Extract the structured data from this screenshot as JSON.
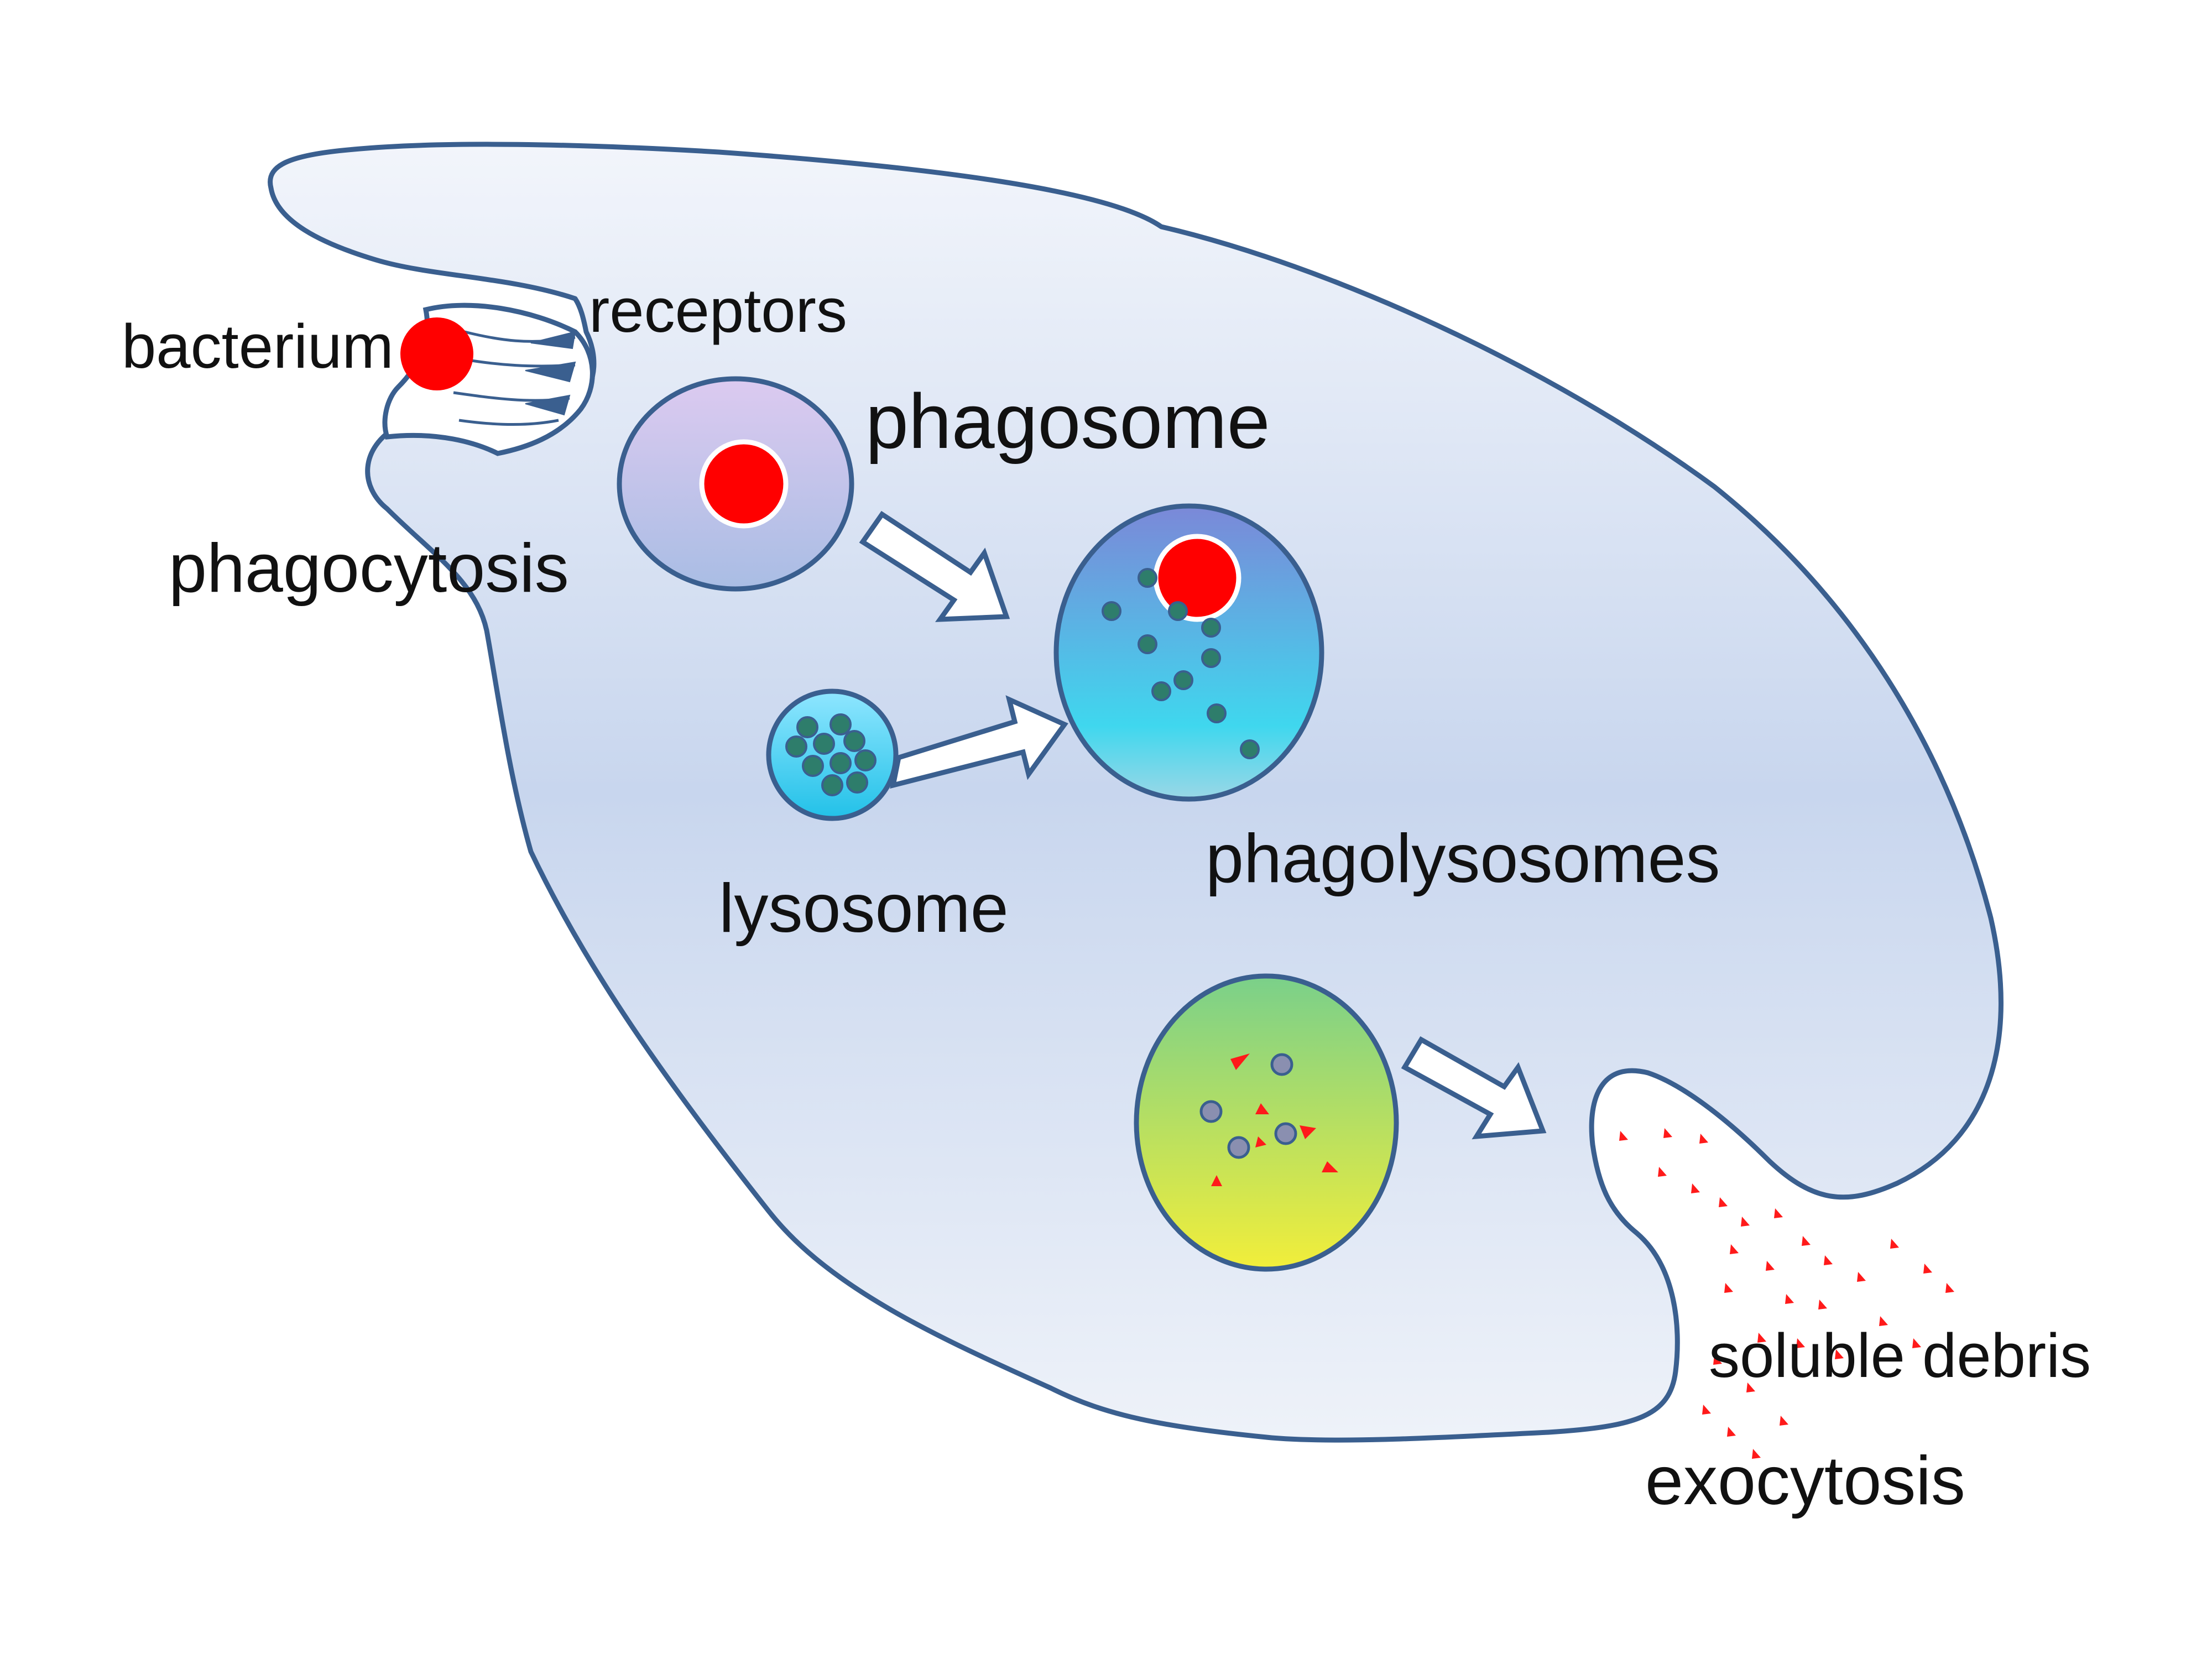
{
  "labels": {
    "bacterium": "bacterium",
    "receptors": "receptors",
    "phagosome": "phagosome",
    "phagocytosis": "phagocytosis",
    "lysosome": "lysosome",
    "phagolysosomes": "phagolysosomes",
    "soluble_debris": "soluble debris",
    "exocytosis": "exocytosis"
  },
  "colors": {
    "cell_fill_top": "#f2f5fb",
    "cell_fill_mid": "#c8d6ee",
    "cell_fill_bottom": "#eef2f9",
    "outline": "#3a5f8f",
    "bacterium": "#ff0000",
    "phagosome_top": "#dccaf0",
    "phagosome_bottom": "#a9bde4",
    "lysosome_top": "#8fe6ff",
    "lysosome_bottom": "#22c1e8",
    "phagolysosome_top": "#7b88d8",
    "phagolysosome_bottom": "#3fd7ee",
    "digestive_vesicle_top": "#7ad08a",
    "digestive_vesicle_bottom": "#f2ee3a",
    "granule": "#2e7d6b",
    "debris": "#ff1a1a"
  }
}
